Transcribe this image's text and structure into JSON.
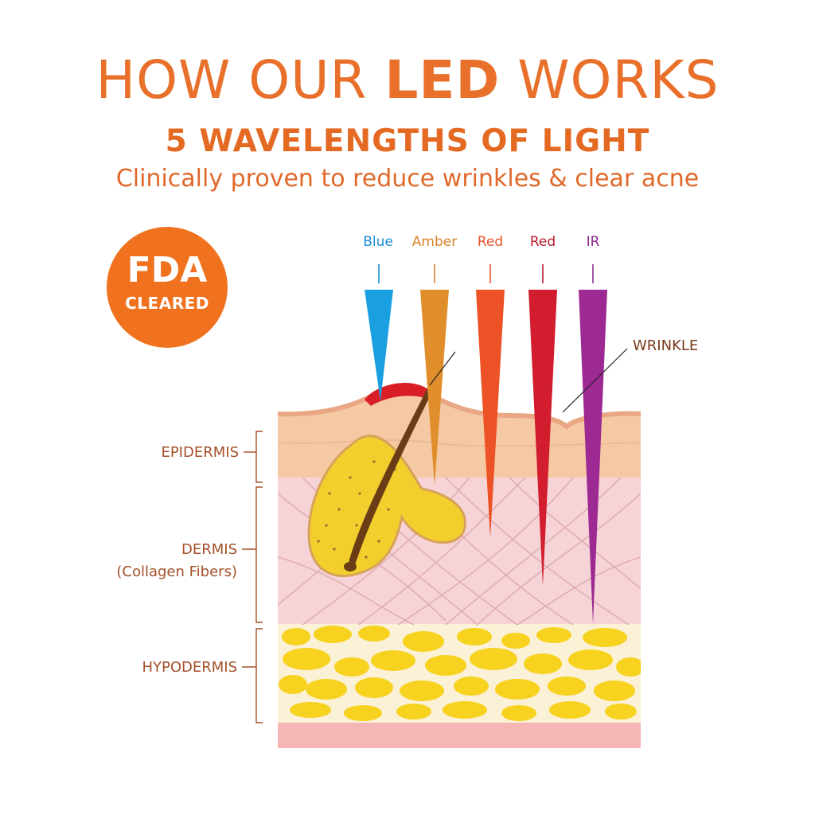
{
  "header": {
    "title_part1": "HOW OUR ",
    "title_emphasis": "LED",
    "title_part2": " WORKS",
    "subtitle": "5 WAVELENGTHS OF LIGHT",
    "tagline": "Clinically proven to reduce wrinkles & clear acne"
  },
  "badge": {
    "line1": "FDA",
    "line2": "CLEARED"
  },
  "wavelengths": [
    {
      "label": "Blue",
      "color": "#1a8fd6"
    },
    {
      "label": "Amber",
      "color": "#d9822b"
    },
    {
      "label": "Red",
      "color": "#e8532a"
    },
    {
      "label": "Red",
      "color": "#b5182e"
    },
    {
      "label": "IR",
      "color": "#8a2b8f"
    }
  ],
  "layers": {
    "epidermis": "EPIDERMIS",
    "dermis": "DERMIS",
    "dermis_note": "(Collagen Fibers)",
    "hypodermis": "HYPODERMIS"
  },
  "wrinkle_label": "WRINKLE",
  "colors": {
    "accent": "#e8702a",
    "epidermis": "#f6c9a5",
    "dermis": "#f6d3d6",
    "fat": "#f7d21f"
  }
}
